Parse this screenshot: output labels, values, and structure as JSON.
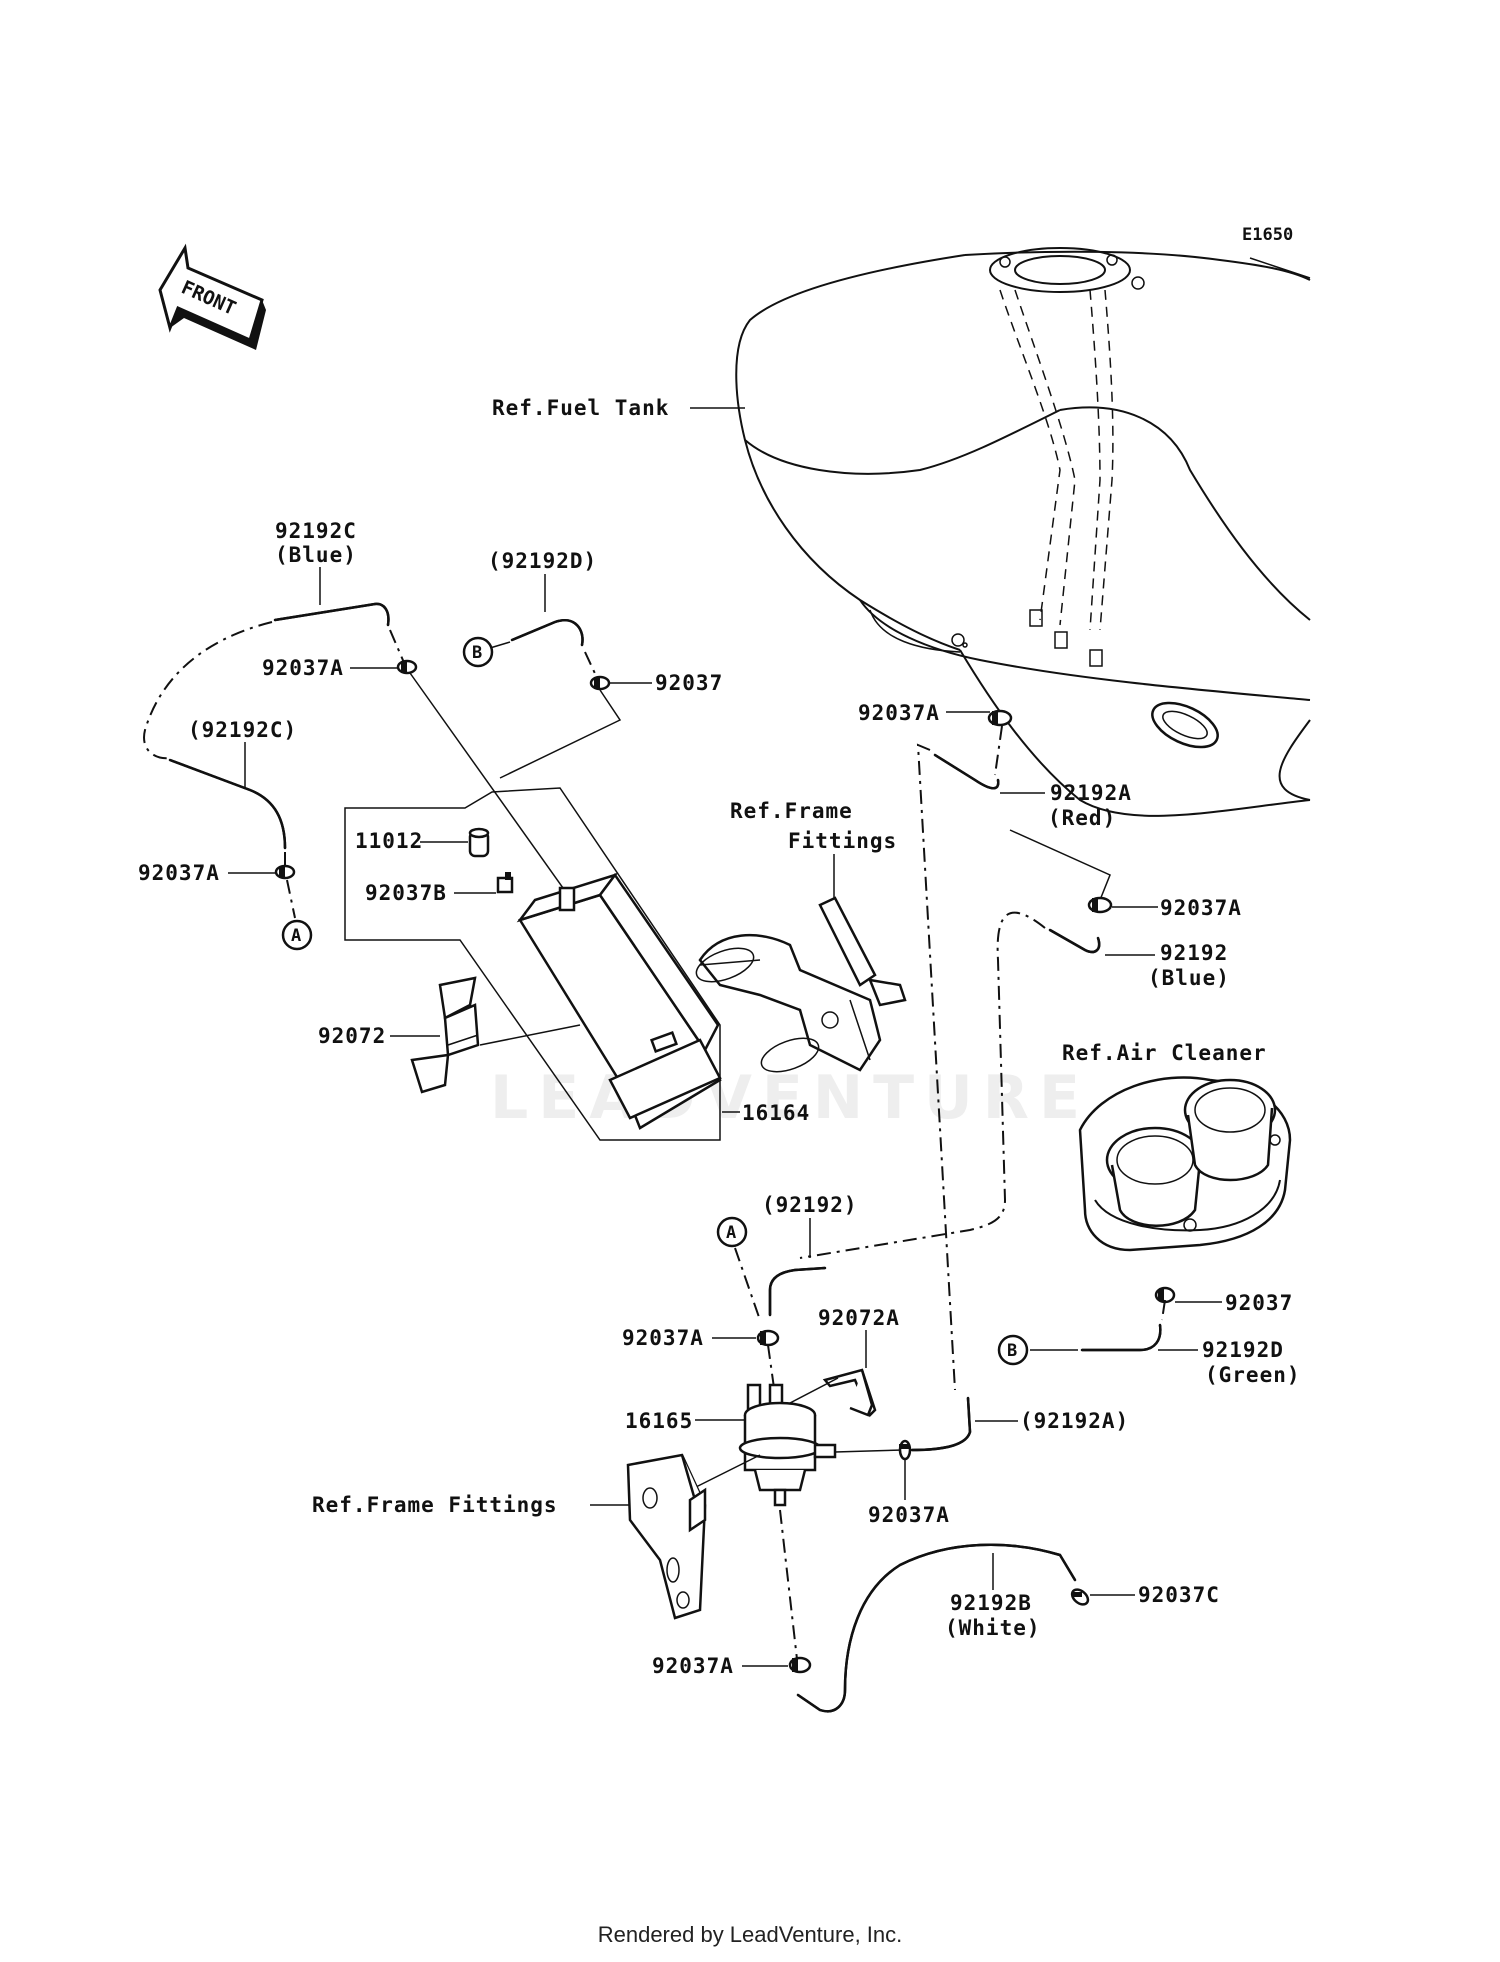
{
  "diagram_code": "E1650",
  "front_label": "FRONT",
  "watermark": "LEADVENTURE",
  "callouts": {
    "ref_fuel_tank": "Ref.Fuel Tank",
    "ref_frame_fittings_1_line1": "Ref.Frame",
    "ref_frame_fittings_1_line2": "Fittings",
    "ref_frame_fittings_2": "Ref.Frame Fittings",
    "ref_air_cleaner": "Ref.Air Cleaner",
    "p92192C": "92192C",
    "p92192C_color": "(Blue)",
    "p92192D_paren": "(92192D)",
    "p92037A_1": "92037A",
    "p92037_1": "92037",
    "p92192C_paren": "(92192C)",
    "p92037A_2": "92037A",
    "p11012": "11012",
    "p92037B": "92037B",
    "p92072": "92072",
    "p16164": "16164",
    "p92037A_3": "92037A",
    "p92192A": "92192A",
    "p92192A_color": "(Red)",
    "p92037A_4": "92037A",
    "p92192": "92192",
    "p92192_color": "(Blue)",
    "p92192_paren": "(92192)",
    "p92037A_5": "92037A",
    "p92072A": "92072A",
    "p16165": "16165",
    "p92192A_paren": "(92192A)",
    "p92037A_6": "92037A",
    "p92037_2": "92037",
    "p92192D": "92192D",
    "p92192D_color": "(Green)",
    "p92192B": "92192B",
    "p92192B_color": "(White)",
    "p92037C": "92037C",
    "p92037A_7": "92037A",
    "marker_A": "A",
    "marker_B": "B"
  },
  "footer": "Rendered by LeadVenture, Inc."
}
